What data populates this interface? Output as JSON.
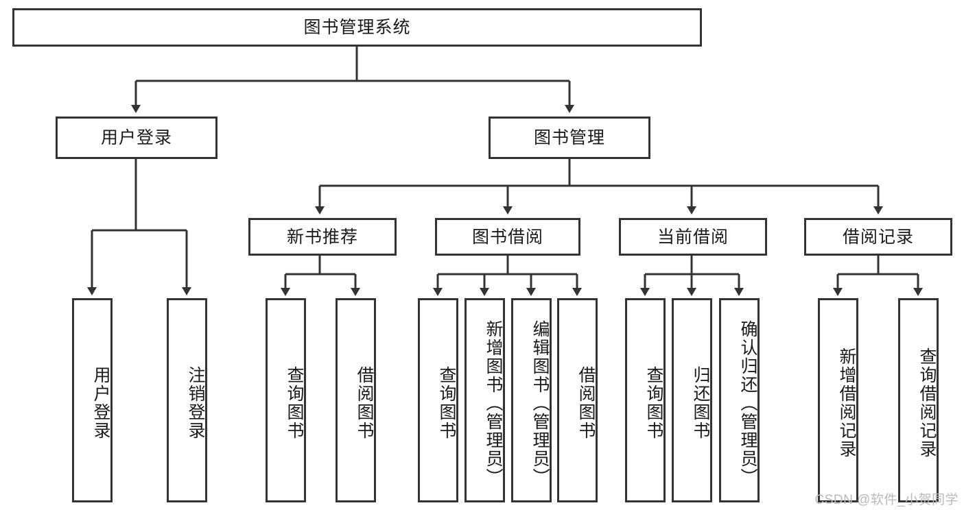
{
  "diagram": {
    "type": "tree",
    "title": "图书管理系统",
    "orientation": "top-down",
    "colors": {
      "box_border": "#333333",
      "box_fill": "#ffffff",
      "connector": "#333333",
      "text": "#1a1a1a",
      "watermark": "#b9b9b9",
      "background": "#ffffff"
    }
  },
  "root": {
    "label": "图书管理系统"
  },
  "level2": [
    {
      "label": "用户登录"
    },
    {
      "label": "图书管理"
    }
  ],
  "level3": [
    {
      "label": "新书推荐"
    },
    {
      "label": "图书借阅"
    },
    {
      "label": "当前借阅"
    },
    {
      "label": "借阅记录"
    }
  ],
  "leaves": {
    "user_login": [
      {
        "label": "用户登录"
      },
      {
        "label": "注销登录"
      }
    ],
    "new_book_recommend": [
      {
        "label": "查询图书"
      },
      {
        "label": "借阅图书"
      }
    ],
    "book_borrow": [
      {
        "label": "查询图书"
      },
      {
        "label": "新增图书（管理员）"
      },
      {
        "label": "编辑图书（管理员）"
      },
      {
        "label": "借阅图书"
      }
    ],
    "current_borrow": [
      {
        "label": "查询图书"
      },
      {
        "label": "归还图书"
      },
      {
        "label": "确认归还（管理员）"
      }
    ],
    "borrow_record": [
      {
        "label": "新增借阅记录"
      },
      {
        "label": "查询借阅记录"
      }
    ]
  },
  "watermark": {
    "text": "CSDN @软件_小贺同学"
  }
}
